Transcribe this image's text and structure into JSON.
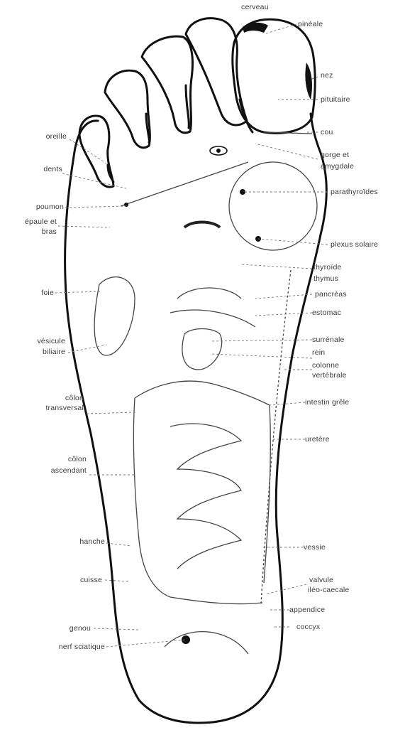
{
  "title": "",
  "left_labels": {
    "oreille": "oreille",
    "dents": "dents",
    "poumon": "poumon",
    "epaule_line1": "épaule et",
    "epaule_line2": "bras",
    "foie": "foie",
    "vesicule_line1": "vésicule",
    "vesicule_line2": "biliaire",
    "colon_transversal_line1": "côlon",
    "colon_transversal_line2": "transversal",
    "colon_ascendant_line1": "côlon",
    "colon_ascendant_line2": "ascendant",
    "hanche": "hanche",
    "cuisse": "cuisse",
    "genou": "genou",
    "nerf_sciatique": "nerf sciatique"
  },
  "right_labels": {
    "cerveau": "cerveau",
    "pineale": "pinéale",
    "nez": "nez",
    "pituitaire": "pituitaire",
    "cou": "cou",
    "gorge_line1": "gorge et",
    "gorge_line2": "amygdale",
    "parathyroides": "parathyroïdes",
    "plexus_solaire": "plexus solaire",
    "thyroide": "thyroïde",
    "thymus": "thymus",
    "pancreas": "pancréas",
    "estomac": "estomac",
    "surrenale": "surrénale",
    "rein": "rein",
    "colonne_line1": "colonne",
    "colonne_line2": "vertébrale",
    "intestin_grele": "intestin grêle",
    "uretere": "uretère",
    "vessie": "vessie",
    "valvule_line1": "valvule",
    "valvule_line2": "iléo-caecale",
    "appendice": "appendice",
    "coccyx": "coccyx"
  }
}
